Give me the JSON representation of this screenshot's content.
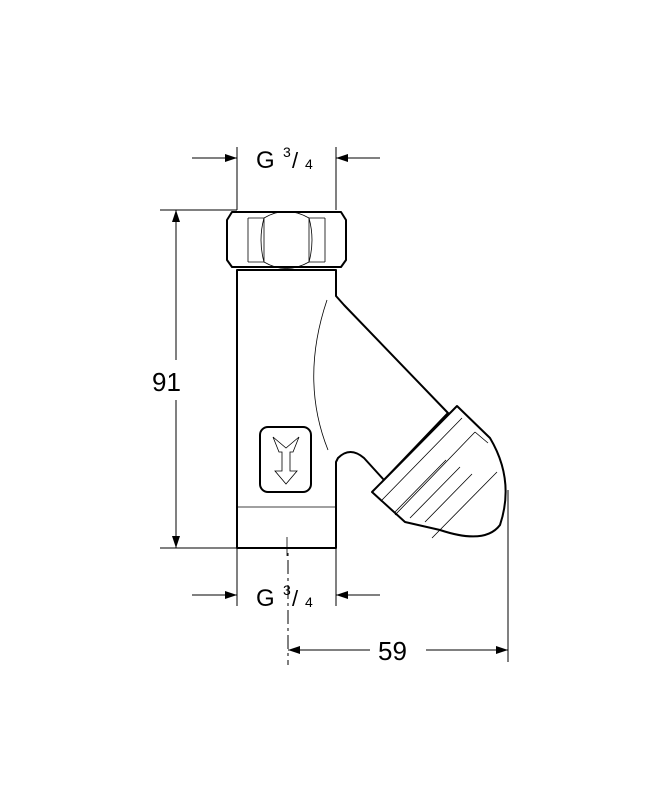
{
  "dimensions": {
    "top_thread": {
      "prefix": "G",
      "num": "3",
      "den": "4"
    },
    "bottom_thread": {
      "prefix": "G",
      "num": "3",
      "den": "4"
    },
    "height": "91",
    "offset": "59"
  },
  "colors": {
    "line": "#000000",
    "background": "#ffffff"
  }
}
